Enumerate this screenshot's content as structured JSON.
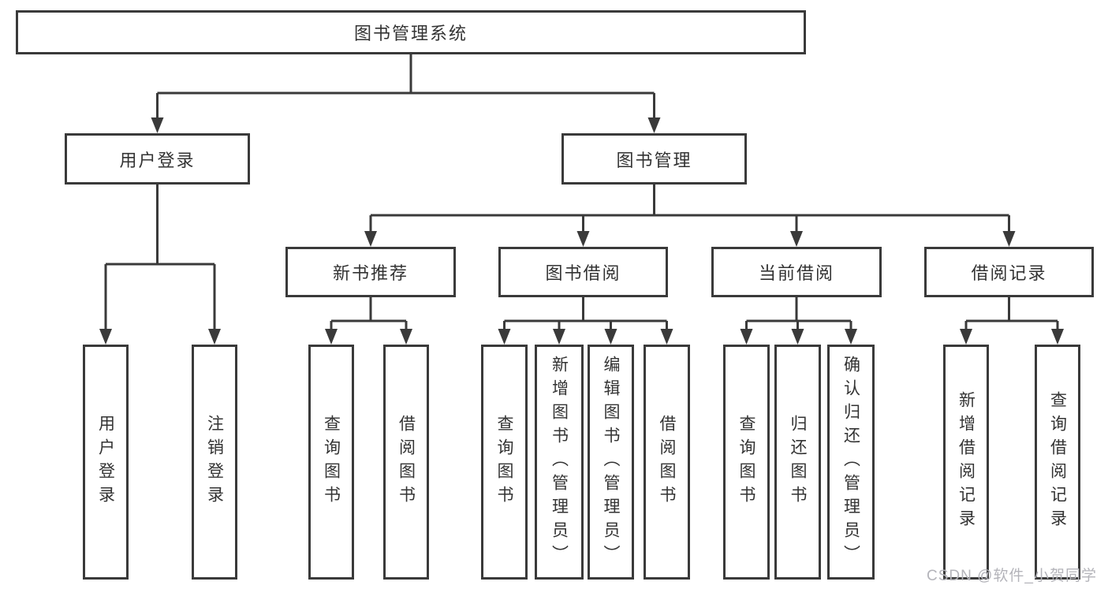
{
  "tree": {
    "root": {
      "label": "图书管理系统"
    },
    "branches": [
      {
        "label": "用户登录",
        "children": [
          "用户登录",
          "注销登录"
        ]
      },
      {
        "label": "图书管理",
        "groups": [
          {
            "label": "新书推荐",
            "children": [
              "查询图书",
              "借阅图书"
            ]
          },
          {
            "label": "图书借阅",
            "children": [
              "查询图书",
              "新增图书（管理员）",
              "编辑图书（管理员）",
              "借阅图书"
            ]
          },
          {
            "label": "当前借阅",
            "children": [
              "查询图书",
              "归还图书",
              "确认归还（管理员）"
            ]
          },
          {
            "label": "借阅记录",
            "children": [
              "新增借阅记录",
              "查询借阅记录"
            ]
          }
        ]
      }
    ]
  },
  "watermark": {
    "text": "CSDN @软件_小贺同学"
  },
  "colors": {
    "line": "#3a3a3a",
    "text": "#333333",
    "watermark": "#b4b4ba",
    "background": "#ffffff"
  }
}
